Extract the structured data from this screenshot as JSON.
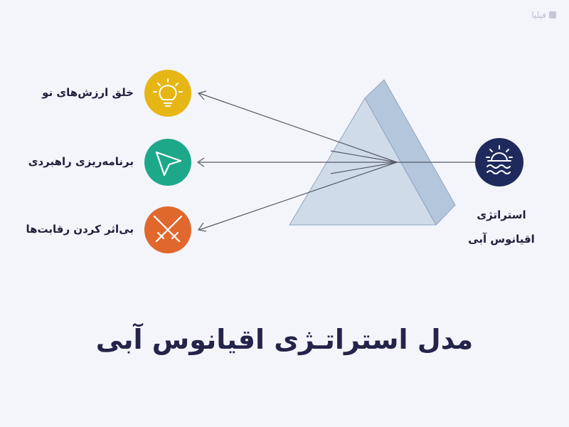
{
  "watermark": {
    "text": "فیلیا",
    "icon": "filia-logo-icon"
  },
  "title": "مدل استراتـژی اقیانوس آبی",
  "source": {
    "label_line1": "استراتژی",
    "label_line2": "اقیانوس آبی",
    "icon": "sun-over-waves-icon",
    "color": "#1f2a5c"
  },
  "outputs": [
    {
      "label": "خلق ارزش‌های نو",
      "icon": "lightbulb-icon",
      "color": "#e6b614"
    },
    {
      "label": "برنامه‌ریزی راهبردی",
      "icon": "cursor-arrow-icon",
      "color": "#1ea88a"
    },
    {
      "label": "بی‌اثر کردن رقابت‌ها",
      "icon": "crossed-swords-icon",
      "color": "#e0682c"
    }
  ],
  "prism": {
    "front_color": "#c9d6e6",
    "side_color": "#b4c6db",
    "edge_color": "#8fa6c0"
  }
}
